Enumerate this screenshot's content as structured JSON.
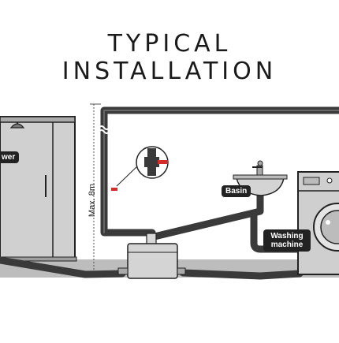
{
  "title": "TYPICAL INSTALLATION",
  "labels": {
    "shower": "wer",
    "basin": "Basin",
    "washer_line1": "Washing",
    "washer_line2": "machine",
    "max_height": "Max. 8m"
  },
  "colors": {
    "pipe": "#3a3a3a",
    "pipe_highlight": "#555555",
    "fixture_gray": "#c8c8c8",
    "floor_gray": "#b9b9b9",
    "valve_red": "#d62b2b",
    "label_bg": "#222222",
    "label_text": "#ffffff"
  },
  "icons": [
    "shower-head-icon",
    "valve-icon",
    "tap-icon"
  ]
}
